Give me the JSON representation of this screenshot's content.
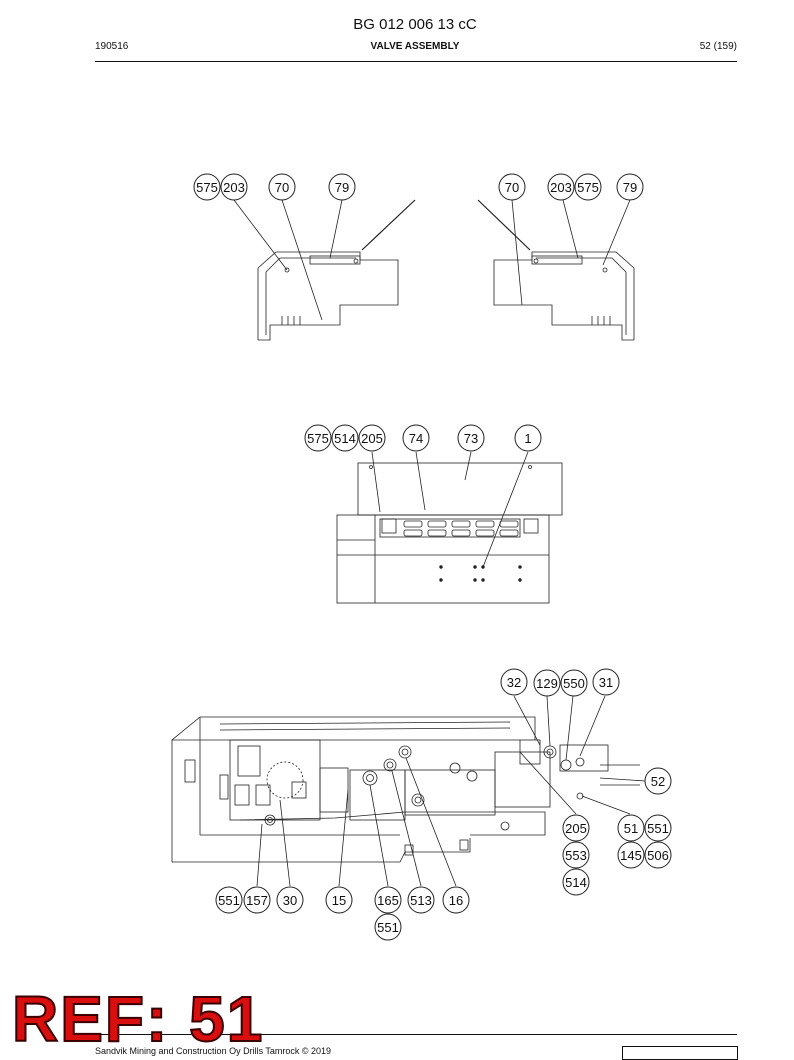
{
  "header": {
    "title": "BG 012 006 13 cC",
    "left": "190516",
    "center": "VALVE ASSEMBLY",
    "right": "52 (159)"
  },
  "footer": {
    "text": "Sandvik Mining and Construction Oy Drills Tamrock © 2019"
  },
  "stamp": {
    "text": "REF: 51",
    "color": "#d90f0f"
  },
  "views": [
    {
      "id": "top-left",
      "callouts": [
        "575",
        "203",
        "70",
        "79"
      ]
    },
    {
      "id": "top-right",
      "callouts": [
        "70",
        "203",
        "575",
        "79"
      ]
    },
    {
      "id": "middle",
      "callouts": [
        "575",
        "514",
        "205",
        "74",
        "73",
        "1"
      ]
    },
    {
      "id": "bottom",
      "callouts": [
        "32",
        "129",
        "550",
        "31",
        "52",
        "205",
        "51",
        "551",
        "553",
        "145",
        "506",
        "514",
        "551",
        "157",
        "30",
        "15",
        "165",
        "513",
        "16",
        "551"
      ]
    }
  ]
}
